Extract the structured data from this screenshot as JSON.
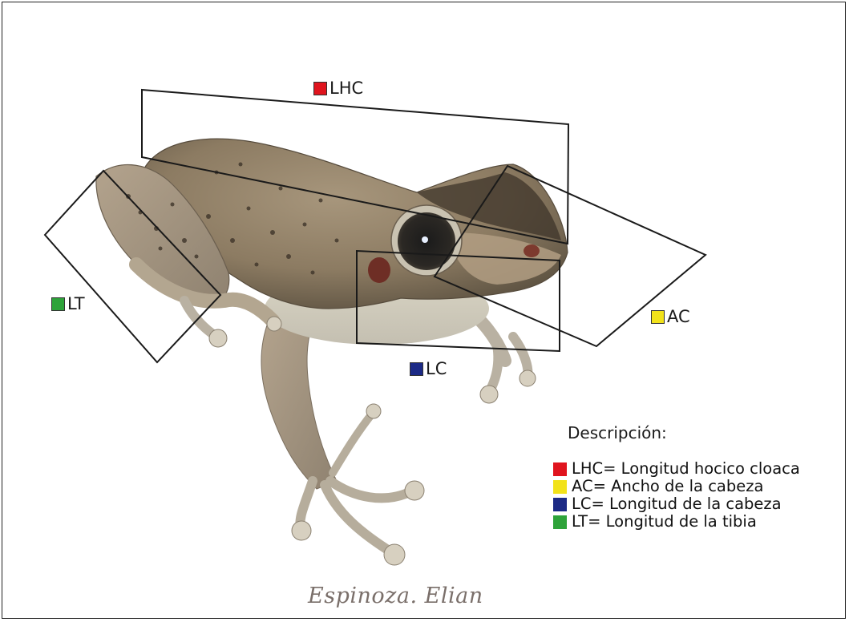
{
  "measurements": [
    {
      "code": "LHC",
      "color": "#e0141e"
    },
    {
      "code": "LT",
      "color": "#2ea33a"
    },
    {
      "code": "AC",
      "color": "#f2e21a"
    },
    {
      "code": "LC",
      "color": "#1c2a86"
    }
  ],
  "legend": {
    "title": "Descripción:",
    "items": [
      {
        "text": "LHC= Longitud hocico cloaca",
        "color": "#e0141e"
      },
      {
        "text": "AC= Ancho de la cabeza",
        "color": "#f2e21a"
      },
      {
        "text": "LC= Longitud de la cabeza",
        "color": "#1c2a86"
      },
      {
        "text": "LT= Longitud de la tibia",
        "color": "#2ea33a"
      }
    ]
  },
  "signature": "Espinoza. Elian",
  "icons": {
    "subject": "frog-photo"
  }
}
